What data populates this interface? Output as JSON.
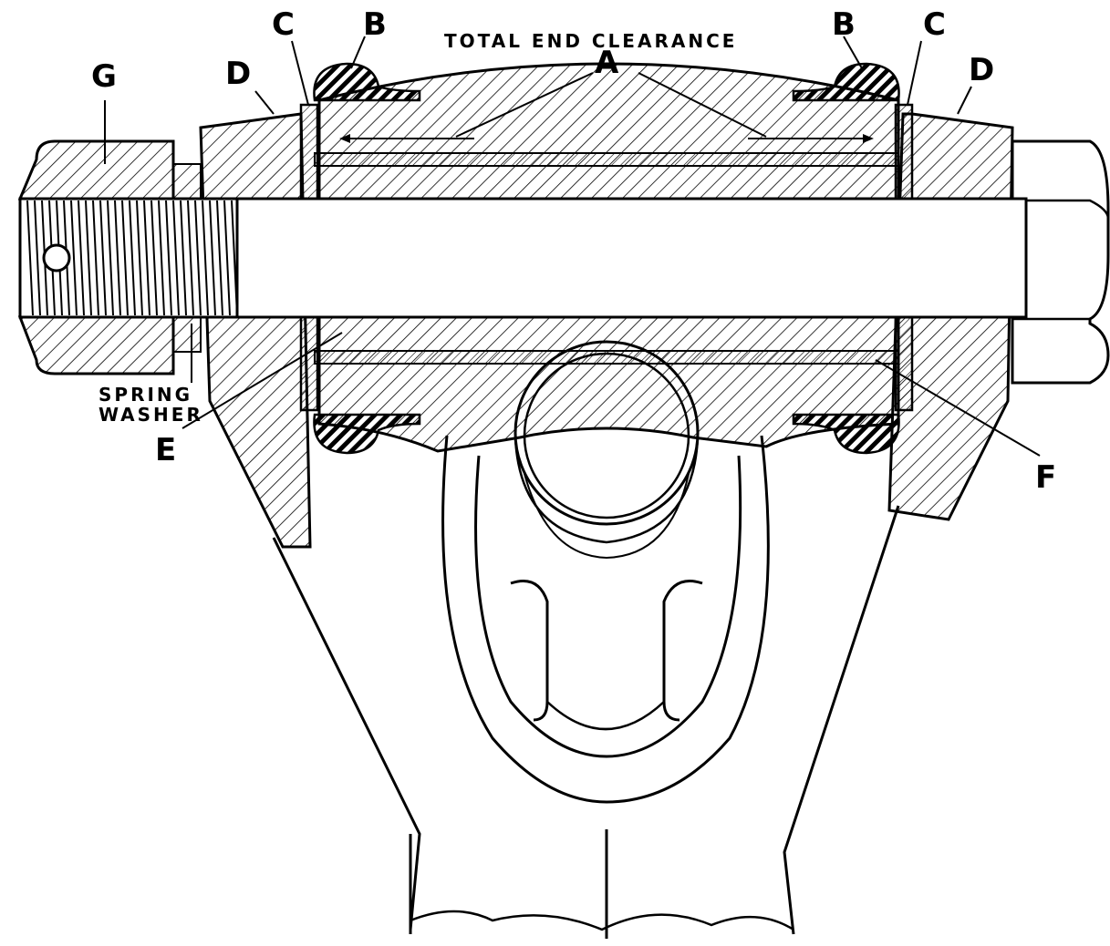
{
  "labels": {
    "title": "TOTAL END CLEARANCE",
    "a": "A",
    "b_left": "B",
    "b_right": "B",
    "c_left": "C",
    "c_right": "C",
    "d_left": "D",
    "d_right": "D",
    "e": "E",
    "f": "F",
    "g": "G",
    "spring": "SPRING",
    "washer": "WASHER"
  }
}
